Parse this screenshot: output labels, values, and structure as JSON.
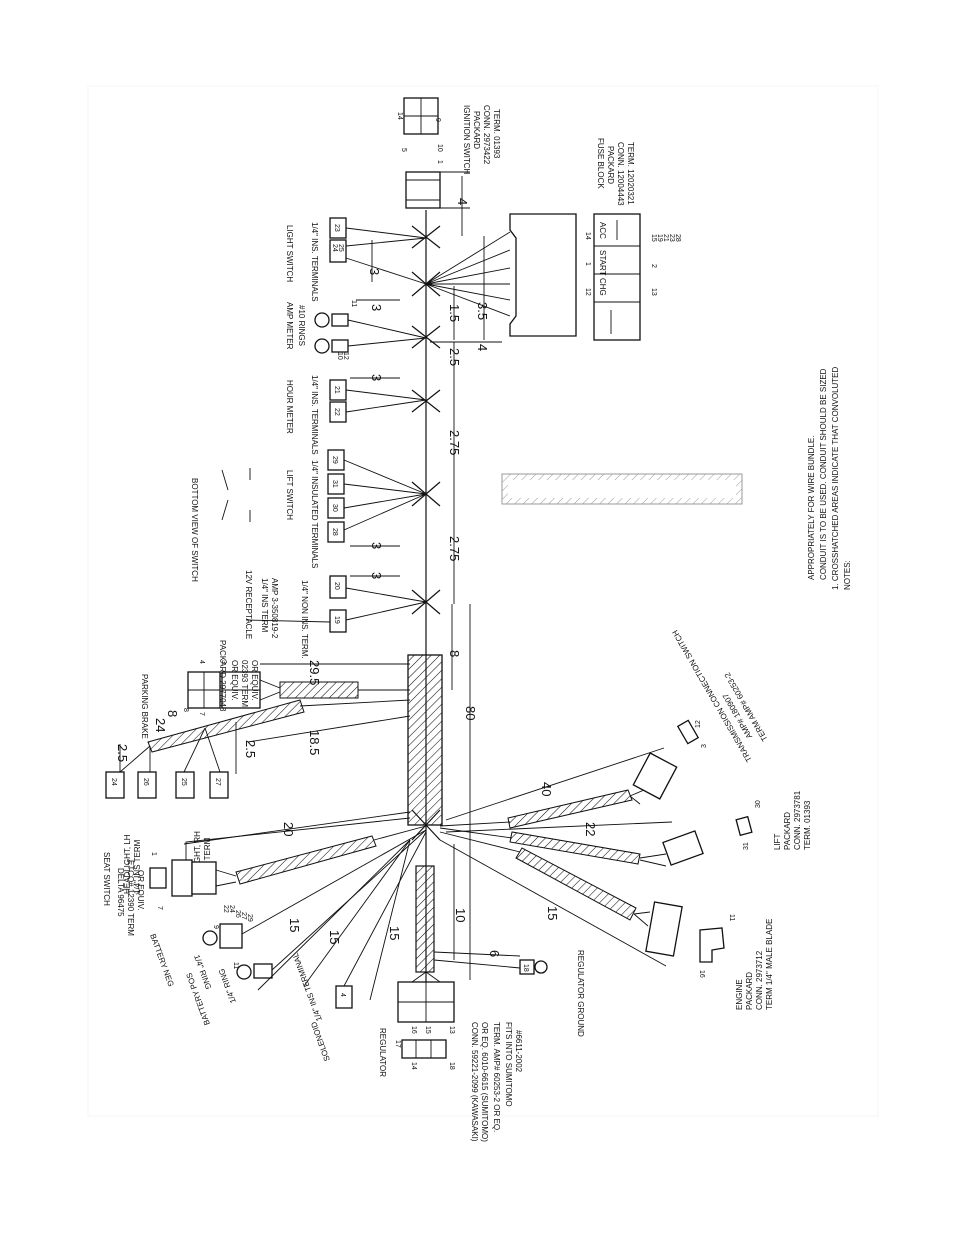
{
  "components": {
    "ignition_switch": {
      "title": "IGNITION SWITCH",
      "line1": "PACKARD",
      "line2": "CONN. 2973422",
      "line3": "TERM. 01393",
      "pins": [
        "5",
        "14",
        "10",
        "9",
        "1"
      ]
    },
    "fuse_block": {
      "title": "FUSE BLOCK",
      "line1": "PACKARD",
      "line2": "CONN. 12004443",
      "line3": "TERM. 12020321",
      "cells": [
        "ACC",
        "START",
        "CHG"
      ],
      "pins_top": [
        "14",
        "1",
        "12"
      ],
      "pins_bottom": [
        "15",
        "19",
        "21",
        "23",
        "28",
        "2",
        "13"
      ]
    },
    "light_switch": {
      "title": "LIGHT SWITCH",
      "sub": "1/4\" INS. TERMINALS",
      "terms": [
        "23",
        "24",
        "25"
      ]
    },
    "amp_meter": {
      "title": "AMP METER",
      "sub": "#10 RINGS",
      "pins": [
        "11",
        "10",
        "12"
      ]
    },
    "hour_meter": {
      "title": "HOUR METER",
      "sub": "1/4\" INS. TERMINALS",
      "terms": [
        "21",
        "22"
      ]
    },
    "lift_switch": {
      "title": "LIFT SWITCH",
      "sub": "1/4\" INSULATED TERMINALS",
      "terms": [
        "29",
        "31",
        "30",
        "28"
      ],
      "bottom_view": "BOTTOM VIEW OF SWITCH"
    },
    "receptacle": {
      "title": "12V RECEPTACLE",
      "sub1": "1/4\" INS TERM",
      "sub2": "AMP 3-350819-2",
      "sub3": "1/4\" NON INS. TERM.",
      "terms": [
        "20",
        "19"
      ]
    },
    "parking_brake": {
      "title": "PARKING BRAKE",
      "sub1": "PACKARD 2977048",
      "sub2": "OR EQUIV.",
      "sub3": "02393 TERM",
      "sub4": "OR EQUIV.",
      "pins": [
        "4",
        "8",
        "3",
        "7"
      ]
    },
    "headlight_lh": {
      "title": "HEADLIGHT, LH",
      "sub": "1/4\" INS TERM",
      "terms": [
        "24",
        "26"
      ]
    },
    "headlight_rh": {
      "title": "HEADLIGHT, RH",
      "sub": "1/4\" INS TERM",
      "terms": [
        "25",
        "27"
      ]
    },
    "seat_switch": {
      "title": "SEAT SWITCH",
      "sub1": "DELTA 96475",
      "sub2": "ETCO# 12390 TERM",
      "sub3": "OR EQUIV.",
      "pins": [
        "1",
        "7"
      ]
    },
    "battery_neg": {
      "title": "BATTERY NEG",
      "sub": "1/4\" RING",
      "pins": [
        "9",
        "22",
        "24",
        "26",
        "27",
        "29"
      ]
    },
    "battery_pos": {
      "title": "BATTERY POS",
      "sub": "1/4\" RING",
      "pins": [
        "11"
      ]
    },
    "solenoid": {
      "title": "SOLENOID",
      "sub": "1/4\" INS TERMINAL",
      "pins": [
        "4"
      ]
    },
    "regulator": {
      "title": "REGULATOR",
      "pins": [
        "17",
        "16",
        "15",
        "13",
        "14",
        "18"
      ],
      "conn1": "CONN. 59221-2099 (KAWASAKI)",
      "conn2": "OR EQ. 6010-6615 (SUMITOMO)",
      "term": "TERM. AMP# 60253-2 OR EQ.",
      "fits1": "FITS INTO SUMITOMO",
      "fits2": "#6611-2002"
    },
    "regulator_ground": {
      "title": "REGULATOR GROUND",
      "pins": [
        "18"
      ]
    },
    "engine": {
      "title": "ENGINE",
      "sub1": "PACKARD",
      "sub2": "CONN. 2973712",
      "sub3": "TERM 1/4\" MALE BLADE",
      "pins": [
        "11",
        "16"
      ]
    },
    "lift": {
      "title": "LIFT",
      "sub1": "PACKARD",
      "sub2": "CONN. 2973781",
      "sub3": "TERM. 01393",
      "pins": [
        "30",
        "31"
      ]
    },
    "transmission": {
      "title": "TRANSMISSION CONNECTION SWITCH",
      "sub1": "AMP# 180907",
      "sub2": "TERM AMP# 60253-2",
      "pins": [
        "3",
        "12"
      ]
    }
  },
  "dimensions": {
    "d4": "4",
    "d3_light": "3",
    "d3_amp": "3",
    "d1_5": "1.5",
    "d3_5": "3.5",
    "d4b": "4",
    "d2_5": "2.5",
    "d3_hour": "3",
    "d2_75a": "2.75",
    "d3_lift": "3",
    "d2_75b": "2.75",
    "d3_rec": "3",
    "d8": "8",
    "d29_5": "29.5",
    "d80": "80",
    "d24": "24",
    "d8b": "8",
    "d18_5": "18.5",
    "d2_5a": "2.5",
    "d2_5b": "2.5",
    "d20": "20",
    "d40": "40",
    "d22": "22",
    "d15a": "15",
    "d15b": "15",
    "d15c": "15",
    "d10": "10",
    "d6": "6",
    "d15d": "15"
  },
  "notes": {
    "heading": "NOTES:",
    "line1": "1. CROSSHATCHED AREAS INDICATE THAT CONVOLUTED",
    "line2": "CONDUIT IS TO BE USED. CONDUIT SHOULD BE SIZED",
    "line3": "APPROPRIATELY FOR WIRE BUNDLE."
  }
}
